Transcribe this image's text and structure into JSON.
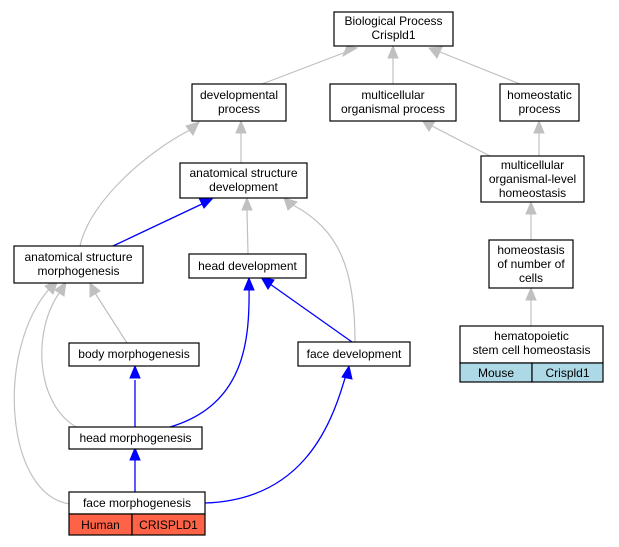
{
  "nodes": {
    "biological_process": {
      "lines": [
        "Biological Process",
        "Crispld1"
      ]
    },
    "developmental_process": {
      "lines": [
        "developmental",
        "process"
      ]
    },
    "multicellular_organismal_process": {
      "lines": [
        "multicellular",
        "organismal process"
      ]
    },
    "homeostatic_process": {
      "lines": [
        "homeostatic",
        "process"
      ]
    },
    "anatomical_structure_development": {
      "lines": [
        "anatomical structure",
        "development"
      ]
    },
    "multicellular_organismal_level_homeostasis": {
      "lines": [
        "multicellular",
        "organismal-level",
        "homeostasis"
      ]
    },
    "anatomical_structure_morphogenesis": {
      "lines": [
        "anatomical structure",
        "morphogenesis"
      ]
    },
    "head_development": {
      "lines": [
        "head development"
      ]
    },
    "homeostasis_of_number_of_cells": {
      "lines": [
        "homeostasis",
        "of number of",
        "cells"
      ]
    },
    "body_morphogenesis": {
      "lines": [
        "body morphogenesis"
      ]
    },
    "face_development": {
      "lines": [
        "face development"
      ]
    },
    "hematopoietic_stem_cell_homeostasis": {
      "lines": [
        "hematopoietic",
        "stem cell homeostasis"
      ]
    },
    "head_morphogenesis": {
      "lines": [
        "head morphogenesis"
      ]
    },
    "face_morphogenesis": {
      "lines": [
        "face morphogenesis"
      ]
    }
  },
  "annotations": {
    "mouse": {
      "species": "Mouse",
      "gene": "Crispld1",
      "color": "#add8e6"
    },
    "human": {
      "species": "Human",
      "gene": "CRISPLD1",
      "color": "#ff6347"
    }
  },
  "colors": {
    "edge_gray": "#c0c0c0",
    "edge_blue": "#0000ff",
    "node_border": "#000000",
    "background": "#ffffff"
  }
}
